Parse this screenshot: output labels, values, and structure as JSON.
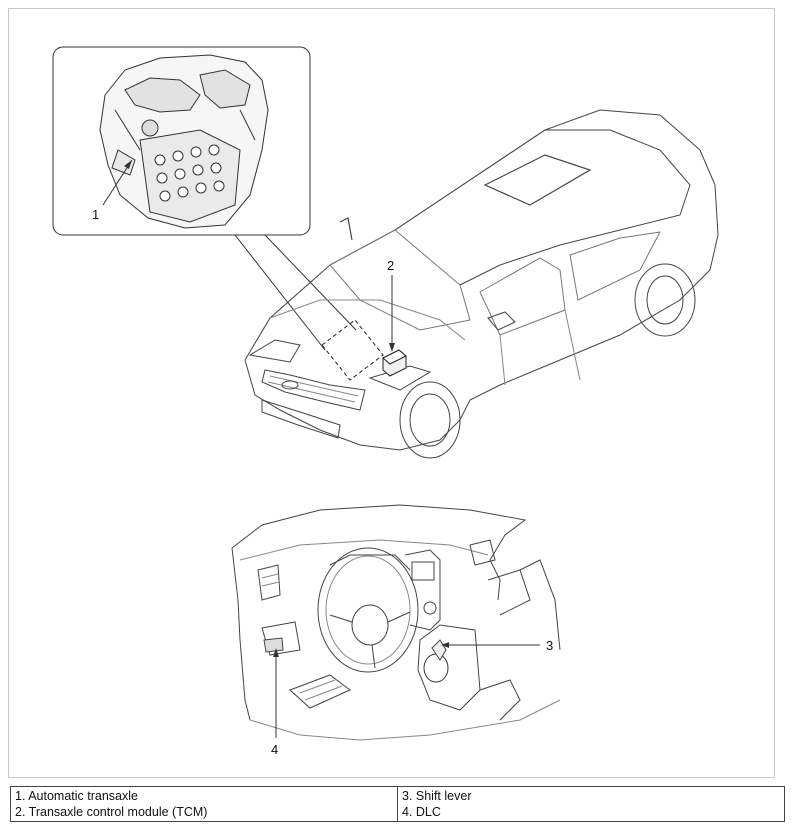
{
  "callouts": {
    "c1": "1",
    "c2": "2",
    "c3": "3",
    "c4": "4"
  },
  "legend": {
    "left": [
      "1. Automatic transaxle",
      "2. Transaxle control module (TCM)"
    ],
    "right": [
      "3. Shift lever",
      "4. DLC"
    ]
  },
  "colors": {
    "line": "#333333",
    "frame": "#c8c8c8",
    "dashed": "#222222"
  }
}
